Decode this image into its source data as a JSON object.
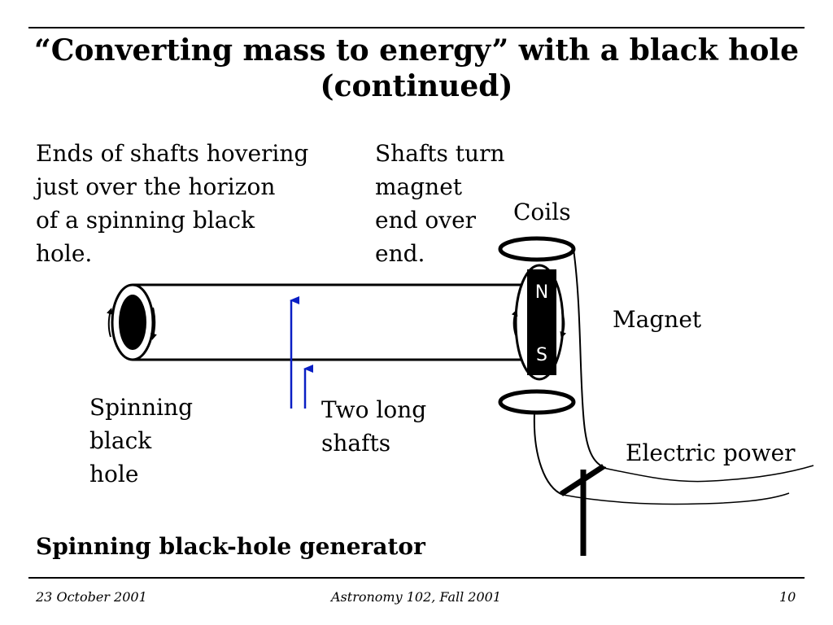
{
  "slide": {
    "title_line1": "“Converting mass to energy” with a black hole",
    "title_line2": "(continued)",
    "subtitle": "Spinning black-hole generator"
  },
  "labels": {
    "ends_of_shafts": [
      "Ends of shafts hovering",
      "just over the horizon",
      "of a spinning black",
      "hole."
    ],
    "shafts_turn": [
      "Shafts turn",
      "magnet",
      "end over",
      "end."
    ],
    "coils": "Coils",
    "magnet": "Magnet",
    "spinning_black_hole": [
      "Spinning",
      "black",
      "hole"
    ],
    "two_long_shafts": [
      "Two long",
      "shafts"
    ],
    "electric_power": "Electric power",
    "north_pole": "N",
    "south_pole": "S"
  },
  "colors": {
    "arrow": "#0a1fc4",
    "ink": "#000000"
  },
  "footer": {
    "date": "23 October 2001",
    "course": "Astronomy 102, Fall 2001",
    "page": "10"
  }
}
